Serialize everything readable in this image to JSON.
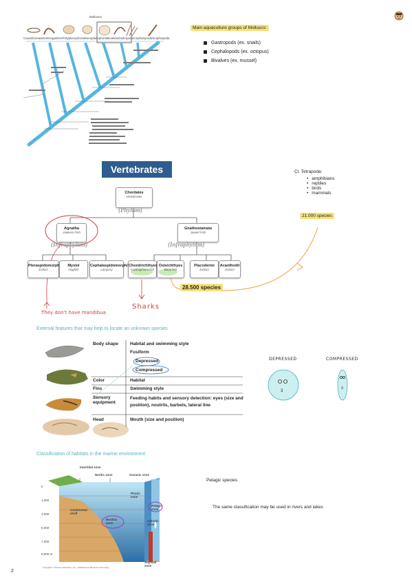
{
  "mollusc_section": {
    "title": "Main aquaculture groups of Molluscs:",
    "groups": [
      "Gastropods (ex. snails)",
      "Cephalopods (ex. octopus)",
      "Bivalves (ex. mussel)"
    ],
    "diagram_header": "Mollusca",
    "diagram_taxa": [
      "Caudofoveata",
      "Solenogastres",
      "Polyplacophora",
      "Monoplacophora",
      "Bivalvia",
      "Gastropoda",
      "Cephalopoda",
      "Scaphopoda"
    ]
  },
  "vertebrates_chart": {
    "banner": "Vertebrates",
    "root": {
      "name": "Chordates",
      "sub": "Vertebrates"
    },
    "phylum_label": "(Phylum)",
    "infra_label_left": "(Infraphylum)",
    "infra_label_right": "(Infraphylum)",
    "agnatha": {
      "name": "Agnatha",
      "sub": "Jawless Fish"
    },
    "gnathostomata": {
      "name": "Gnathostamata",
      "sub": "Jawed Fish"
    },
    "leaves": [
      {
        "name": "Pteraspidomorphi",
        "sub": "Extinct"
      },
      {
        "name": "Myxini",
        "sub": "Hagfish"
      },
      {
        "name": "Cephalaspidomorphi",
        "sub": "Lamprey"
      },
      {
        "name": "Chondrichthyes",
        "sub": "Cartilaginous fish"
      },
      {
        "name": "Osteichthyes",
        "sub": "Bony fish"
      },
      {
        "name": "Placodermi",
        "sub": "Extinct"
      },
      {
        "name": "Acanthodii",
        "sub": "Extinct"
      }
    ],
    "species_osteichthyes": "28.500 species",
    "note_agnatha": "They don't have mandibua",
    "note_sharks": "Sharks"
  },
  "tetrapoda": {
    "title": "Cl. Tetrapoda:",
    "items": [
      "amphibians",
      "reptiles",
      "birds",
      "mammals"
    ],
    "species": "21.000 species"
  },
  "external_features": {
    "title": "External features that may help to locate an unknown species",
    "rows": [
      {
        "left": "Body shape",
        "right": "Habitat and swimming style"
      },
      {
        "left": "",
        "right": "Fusiform"
      },
      {
        "left": "",
        "right": "Depressed"
      },
      {
        "left": "",
        "right": "Compressed"
      },
      {
        "left": "Color",
        "right": "Habitat"
      },
      {
        "left": "Fins",
        "right": "Swimming style"
      },
      {
        "left": "Sensory equipment",
        "right": "Feeding habits and sensory detection: eyes (size and position), nostrils, barbels, lateral line"
      },
      {
        "left": "Head",
        "right": "Mouth (size and position)"
      }
    ],
    "depressed_label": "DEPRESSED",
    "compressed_label": "COMPRESSED",
    "shape_number": "3"
  },
  "habitats": {
    "title": "Classification of habitats in the marine environment",
    "zone_labels": {
      "intertidal": "Intertidal zone",
      "neritic": "Neritic zone",
      "oceanic": "Oceanic zone",
      "photic": "Photic zone",
      "pelagic": "Pelagic zone",
      "shelf": "Continental shelf",
      "benthic": "Benthic zone",
      "aphotic": "Aphotic zone",
      "abyssal": "Abyssal zone"
    },
    "depths": [
      "0",
      "1,000",
      "3,000",
      "5,000",
      "7,000",
      "9,000 m"
    ],
    "copyright": "Copyright © Pearson Education, Inc., publishing as Benjamin Cummings",
    "note_pelagic": "Pelagic species",
    "note_rivers": "The same classification may be used in rivers and lakes"
  },
  "page_number": "2"
}
